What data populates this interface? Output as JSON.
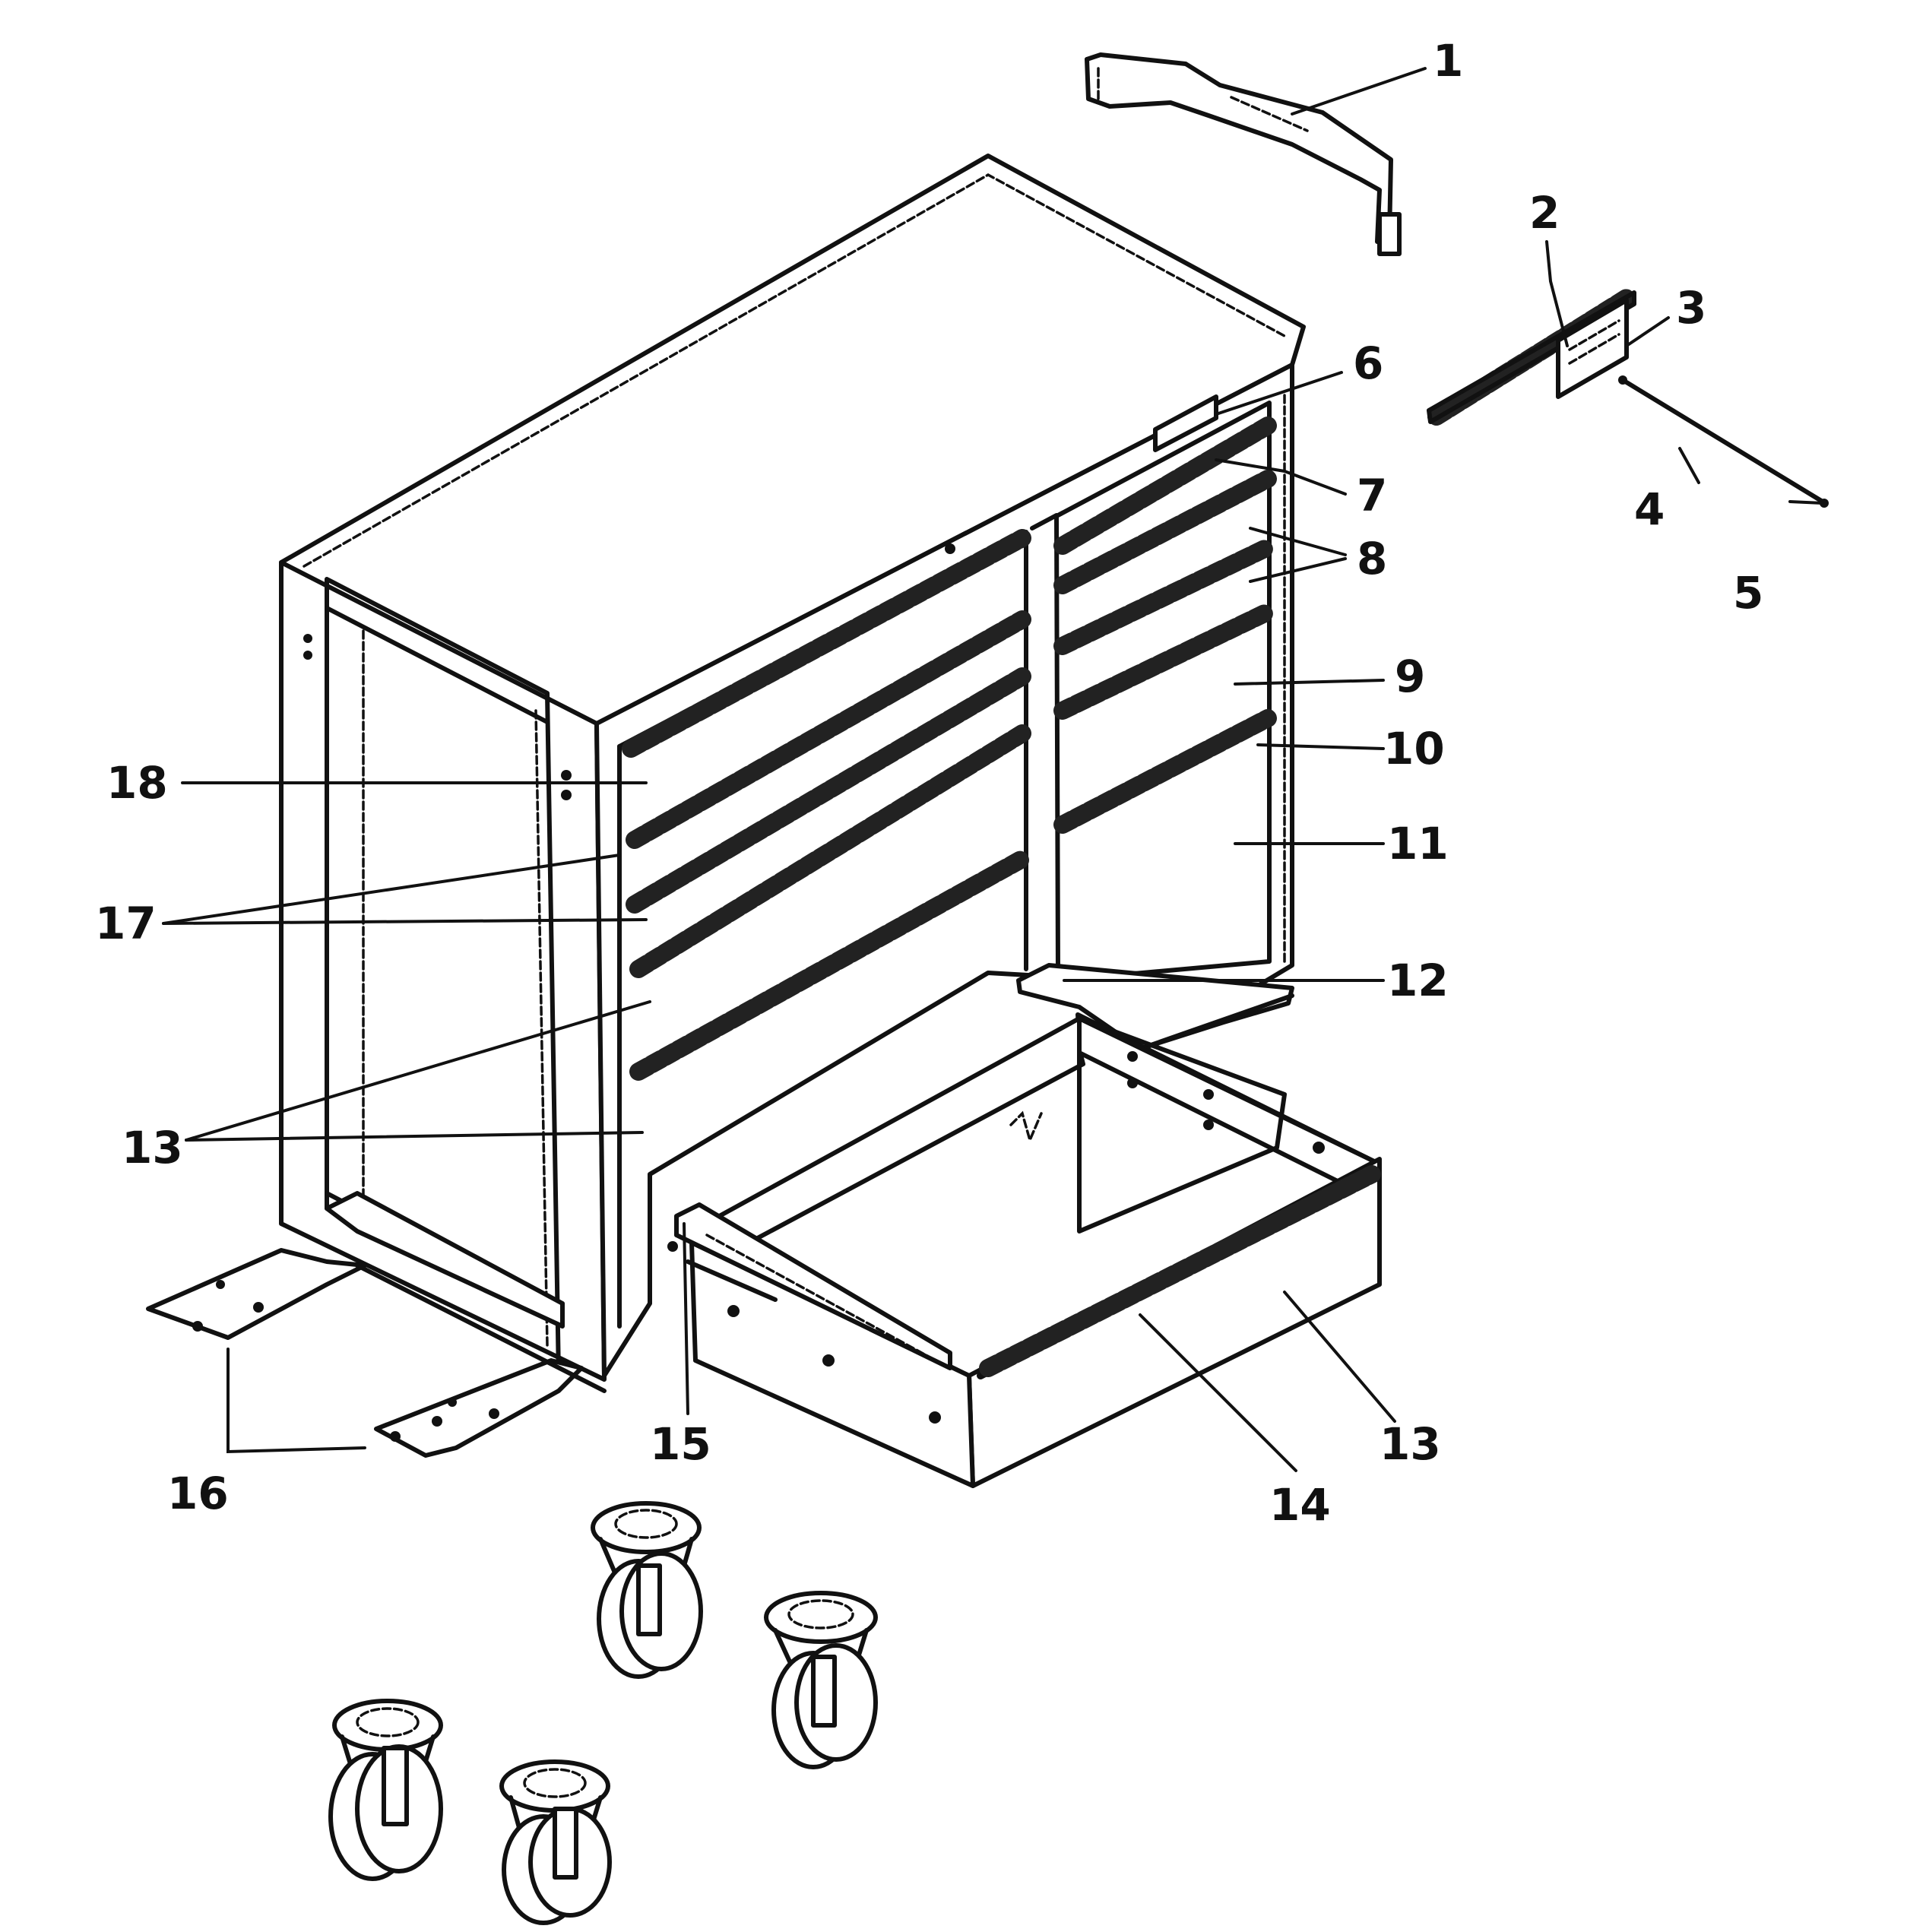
{
  "labels": {
    "l1": "1",
    "l2": "2",
    "l3": "3",
    "l4": "4",
    "l5": "5",
    "l6": "6",
    "l7": "7",
    "l8": "8",
    "l9": "9",
    "l10": "10",
    "l11": "11",
    "l12": "12",
    "l13a": "13",
    "l13b": "13",
    "l14": "14",
    "l15": "15",
    "l16": "16",
    "l17": "17",
    "l18": "18"
  }
}
